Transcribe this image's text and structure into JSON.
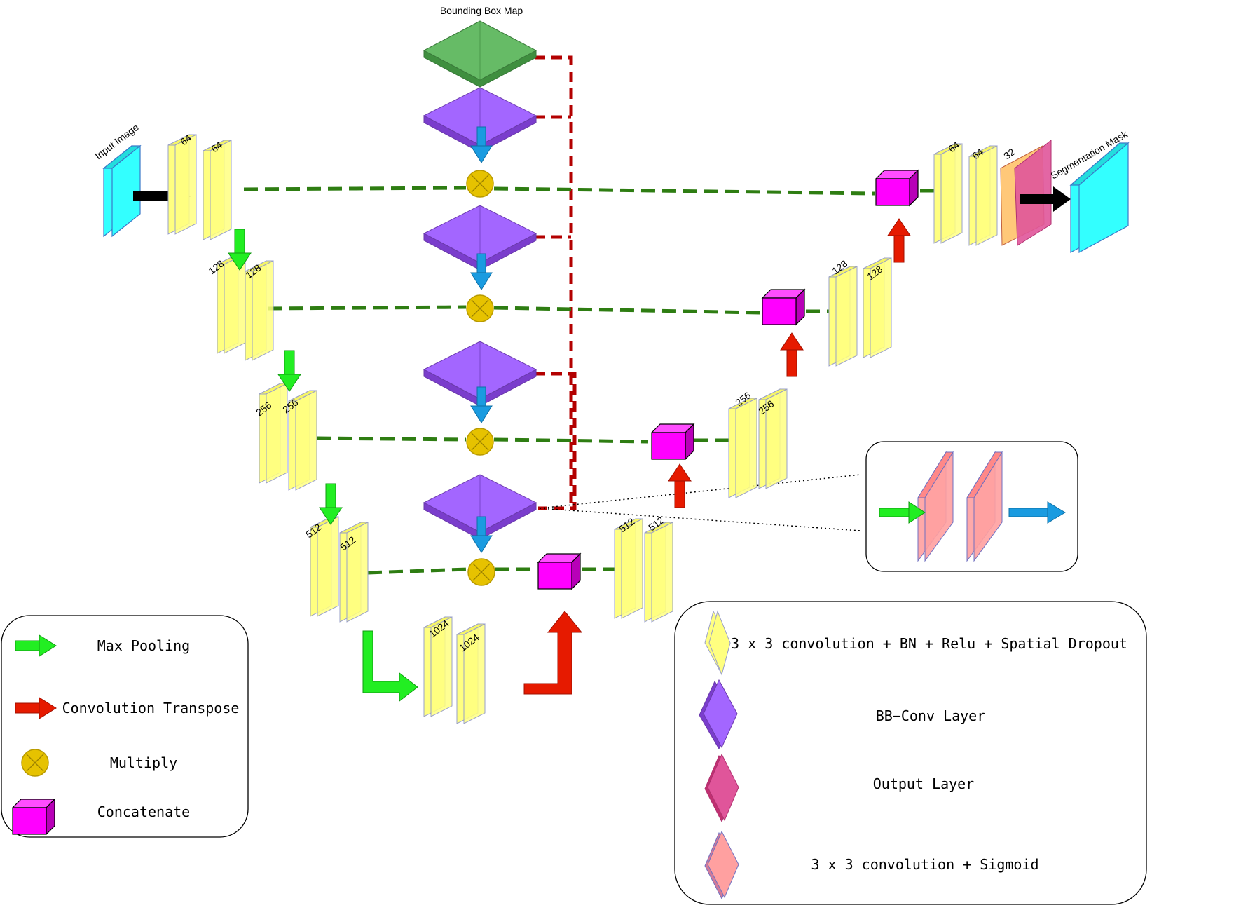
{
  "title": "Bounding Box Map",
  "input_label": "Input Image",
  "output_label": "Segmentation Mask",
  "encoder_filters": [
    [
      "64",
      "64"
    ],
    [
      "128",
      "128"
    ],
    [
      "256",
      "256"
    ],
    [
      "512",
      "512"
    ],
    [
      "1024",
      "1024"
    ]
  ],
  "decoder_filters": [
    [
      "512",
      "512"
    ],
    [
      "256",
      "256"
    ],
    [
      "128",
      "128"
    ],
    [
      "64",
      "64",
      "32"
    ]
  ],
  "legend_left": [
    {
      "icon": "green-arrow-icon",
      "label": "Max Pooling"
    },
    {
      "icon": "red-arrow-icon",
      "label": "Convolution Transpose"
    },
    {
      "icon": "multiply-icon",
      "label": "Multiply"
    },
    {
      "icon": "concatenate-cube-icon",
      "label": "Concatenate"
    }
  ],
  "legend_right": [
    {
      "icon": "yellow-diamond-icon",
      "label": "3 x 3 convolution + BN + Relu + Spatial Dropout"
    },
    {
      "icon": "purple-diamond-icon",
      "label": "BB−Conv Layer"
    },
    {
      "icon": "pink-diamond-icon",
      "label": "Output Layer"
    },
    {
      "icon": "salmon-diamond-icon",
      "label": "3 x 3 convolution + Sigmoid"
    }
  ],
  "colors": {
    "conv_yellow": "#ffff80",
    "input_cyan": "#33ffff",
    "bb_green": "#66bb66",
    "bb_purple": "#a366ff",
    "concat_magenta": "#ff00ff",
    "multiply_gold": "#e6c200",
    "skip_green": "#2e7d12",
    "bb_red": "#b30000",
    "pool_green": "#22ee22",
    "transpose_red": "#e61a00",
    "down_blue": "#1a9be0",
    "output_pink": "#e0559a",
    "sigmoid_salmon": "#ffa0a0"
  }
}
